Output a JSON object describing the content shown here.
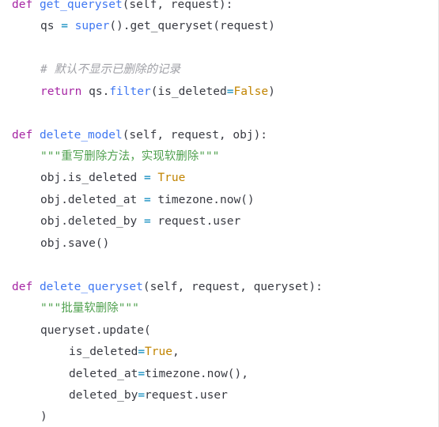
{
  "colors": {
    "keyword": "#a626a4",
    "function": "#4078f2",
    "string": "#50a14f",
    "comment": "#a0a1a7",
    "constant": "#c18401",
    "text": "#383a42",
    "background": "#ffffff"
  },
  "code": {
    "l1": {
      "kw": "def",
      "name": "get_queryset",
      "rest": "(self, request):"
    },
    "l2": {
      "a": "qs ",
      "op": "=",
      "b": " ",
      "fn": "super",
      "c": "().get_queryset(request)"
    },
    "l3": {
      "comment": "# 默认不显示已删除的记录"
    },
    "l4": {
      "kw": "return",
      "a": " qs.",
      "fn": "filter",
      "b": "(is_deleted",
      "op": "=",
      "val": "False",
      "c": ")"
    },
    "l5": {
      "kw": "def",
      "name": "delete_model",
      "rest": "(self, request, obj):"
    },
    "l6": {
      "doc": "\"\"\"重写删除方法，实现软删除\"\"\""
    },
    "l7": {
      "a": "obj.is_deleted ",
      "op": "=",
      "b": " ",
      "val": "True"
    },
    "l8": {
      "a": "obj.deleted_at ",
      "op": "=",
      "b": " timezone.now()"
    },
    "l9": {
      "a": "obj.deleted_by ",
      "op": "=",
      "b": " request.user"
    },
    "l10": {
      "a": "obj.save()"
    },
    "l11": {
      "kw": "def",
      "name": "delete_queryset",
      "rest": "(self, request, queryset):"
    },
    "l12": {
      "doc": "\"\"\"批量软删除\"\"\""
    },
    "l13": {
      "a": "queryset.update("
    },
    "l14": {
      "a": "is_deleted",
      "op": "=",
      "val": "True",
      "b": ","
    },
    "l15": {
      "a": "deleted_at",
      "op": "=",
      "b": "timezone.now(),"
    },
    "l16": {
      "a": "deleted_by",
      "op": "=",
      "b": "request.user"
    },
    "l17": {
      "a": ")"
    }
  }
}
